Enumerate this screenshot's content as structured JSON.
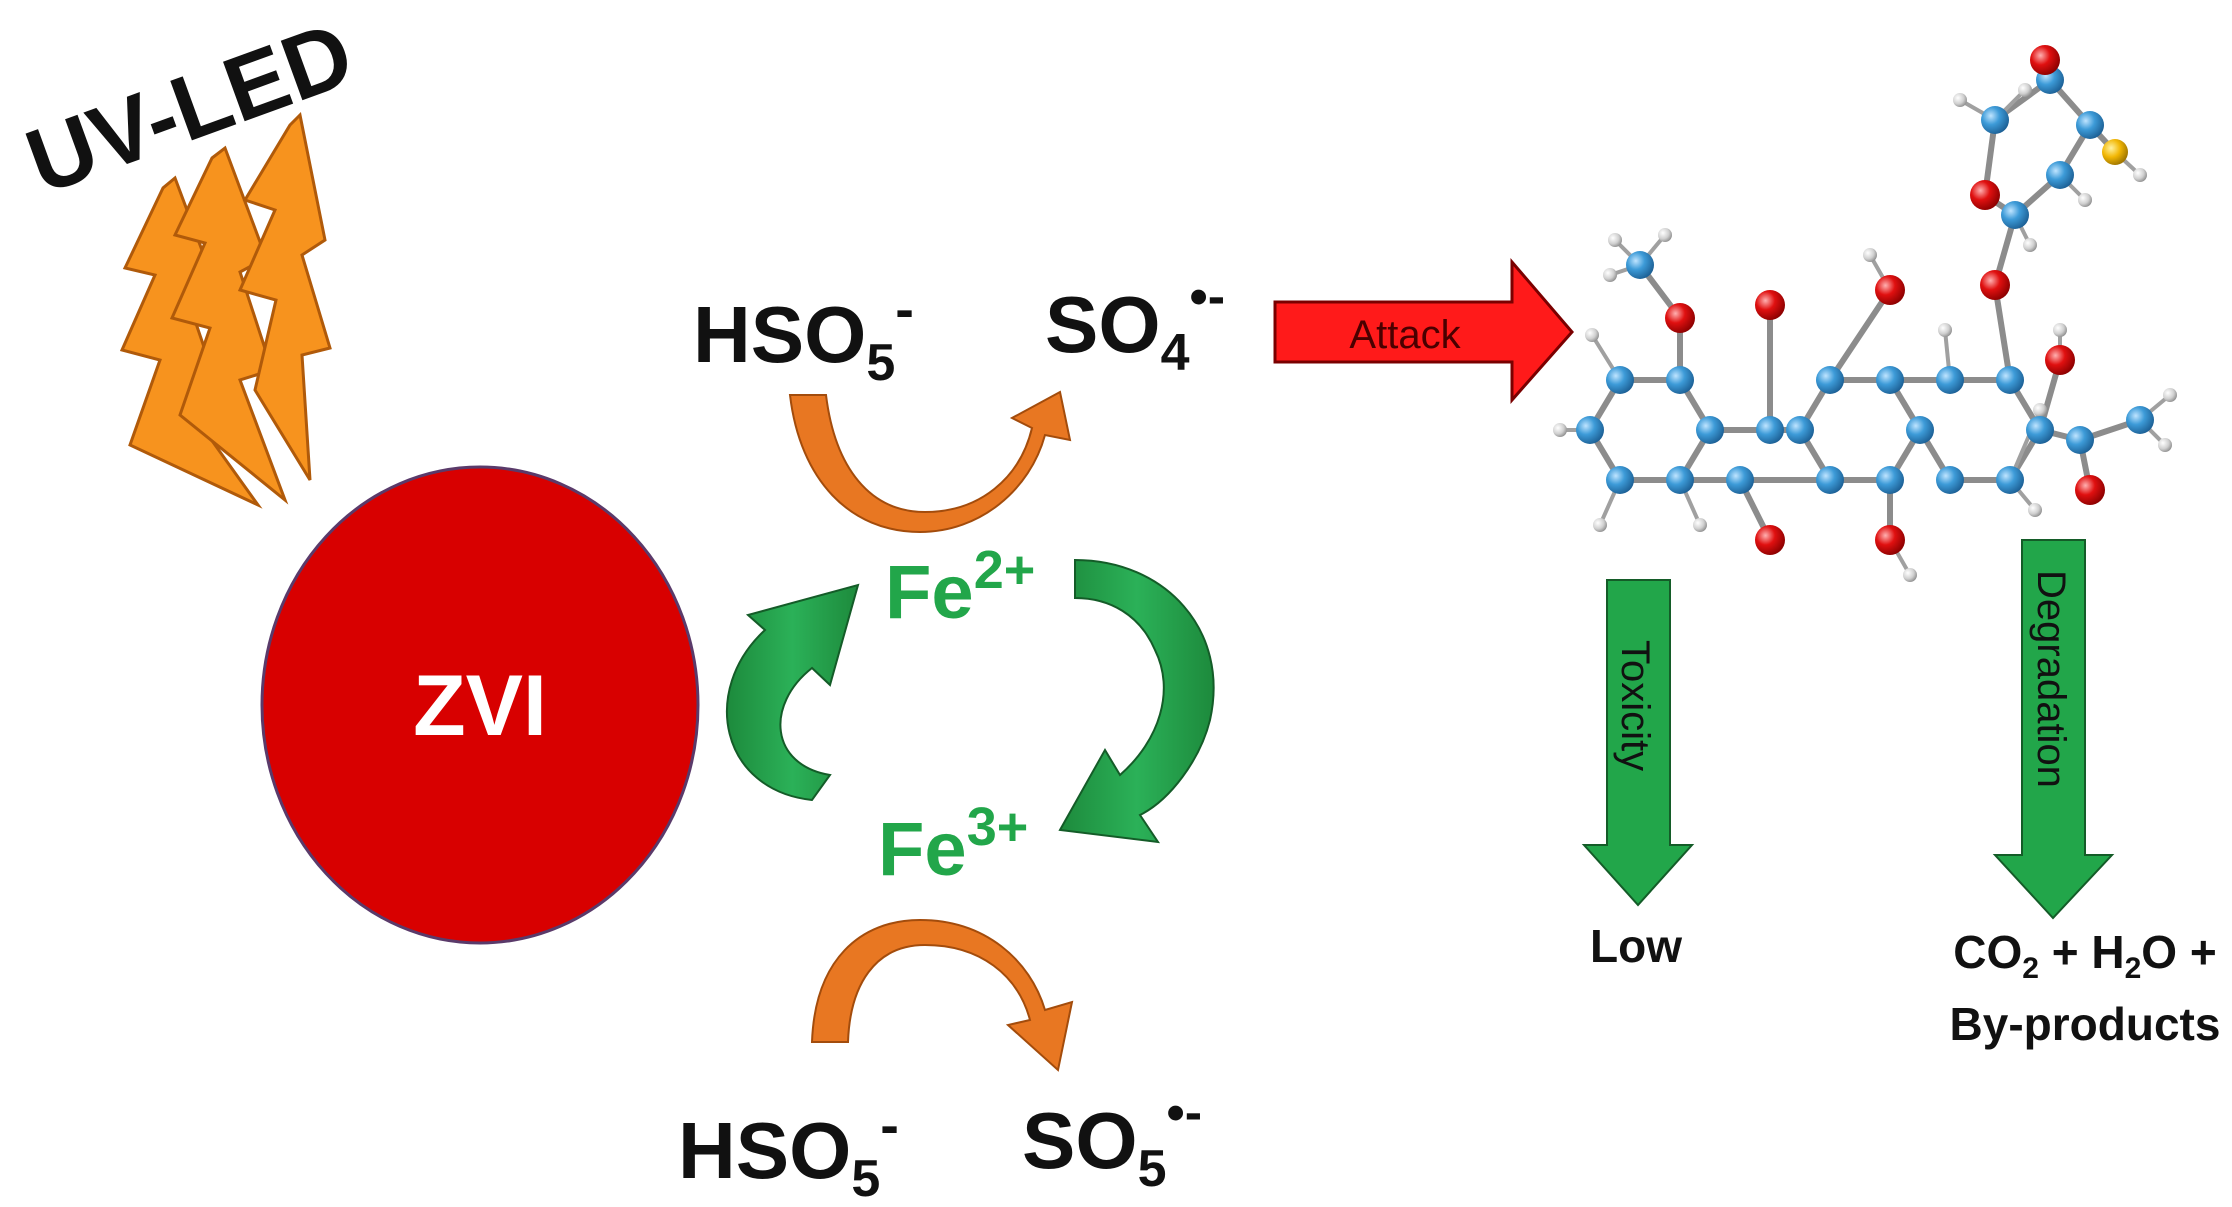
{
  "labels": {
    "uv_led": "UV-LED",
    "zvi": "ZVI",
    "attack": "Attack",
    "toxicity": "Toxicity",
    "degradation": "Degradation",
    "low": "Low",
    "products_line2": "By-products"
  },
  "species": {
    "hso5_top": {
      "base": "HSO",
      "sub": "5",
      "sup": "-"
    },
    "so4_radical": {
      "base": "SO",
      "sub": "4",
      "sup": "•-"
    },
    "fe2": {
      "base": "Fe",
      "sup": "2+"
    },
    "fe3": {
      "base": "Fe",
      "sup": "3+"
    },
    "hso5_bottom": {
      "base": "HSO",
      "sub": "5",
      "sup": "-"
    },
    "so5_radical": {
      "base": "SO",
      "sub": "5",
      "sup": "•-"
    }
  },
  "products_line1": {
    "co2": {
      "base": "CO",
      "sub": "2"
    },
    "plus1": " + ",
    "h2o_h": "H",
    "h2o_sub": "2",
    "h2o_o": "O",
    "plus2": " +"
  },
  "colors": {
    "zvi_red": "#d80000",
    "bolt_orange": "#f7931e",
    "arc_orange": "#e87722",
    "iron_green": "#22a64a",
    "cycle_green": "#1f8f3e",
    "attack_red": "#ff1a1a",
    "carbon": "#3d9bd8",
    "oxygen": "#e01010",
    "hydrogen": "#d0d0d0",
    "sulfur": "#f2b705",
    "text_black": "#111111"
  }
}
